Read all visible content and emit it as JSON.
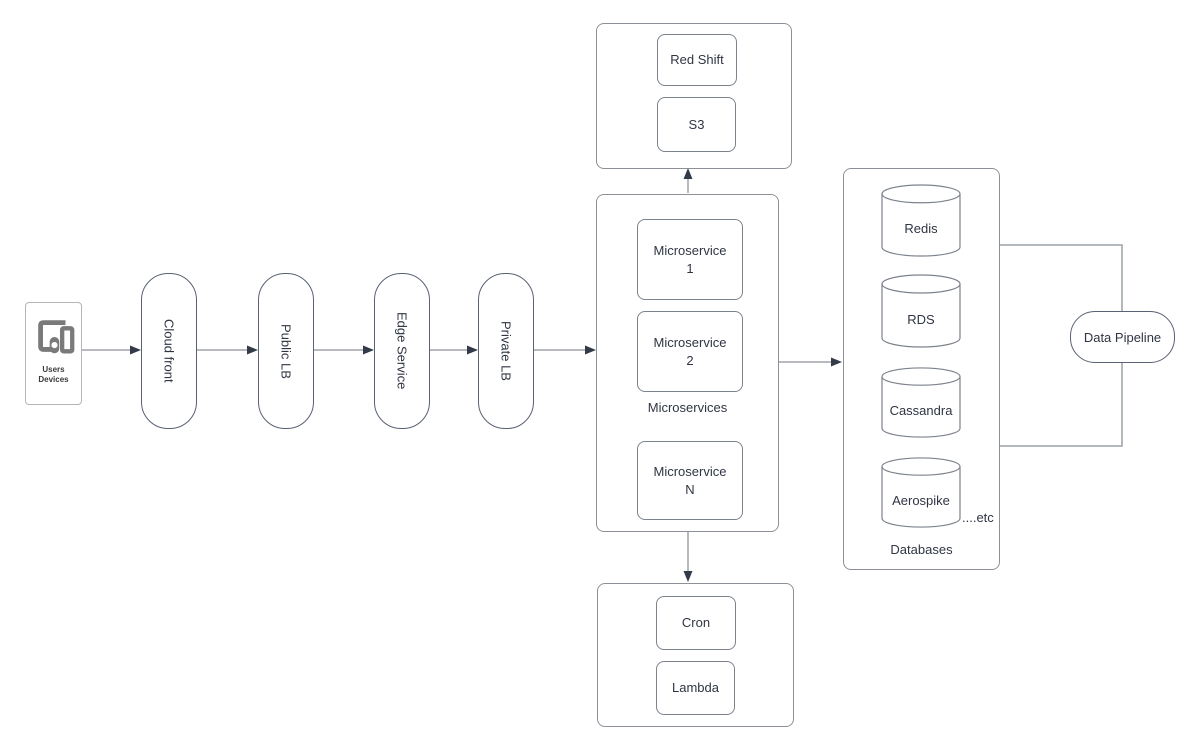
{
  "colors": {
    "background": "#ffffff",
    "container_border": "#8c9097",
    "node_border": "#7d838c",
    "pill_border": "#596273",
    "arrow_line": "#70767f",
    "arrow_head": "#333b49",
    "loop_line": "#9aa0a6",
    "text": "#2f3542",
    "icon_gray": "#7a7a7a"
  },
  "users_node": {
    "line1": "Users",
    "line2": "Devices"
  },
  "pills": [
    {
      "label": "Cloud front"
    },
    {
      "label": "Public LB"
    },
    {
      "label": "Edge Service"
    },
    {
      "label": "Private LB"
    }
  ],
  "storage_group": {
    "items": [
      {
        "label": "Red Shift"
      },
      {
        "label": "S3"
      }
    ]
  },
  "microservices_group": {
    "title": "Microservices",
    "items": [
      {
        "line1": "Microservice",
        "line2": "1"
      },
      {
        "line1": "Microservice",
        "line2": "2"
      },
      {
        "line1": "Microservice",
        "line2": "N"
      }
    ]
  },
  "jobs_group": {
    "items": [
      {
        "label": "Cron"
      },
      {
        "label": "Lambda"
      }
    ]
  },
  "databases_group": {
    "title": "Databases",
    "etc_label": "....etc",
    "items": [
      {
        "label": "Redis"
      },
      {
        "label": "RDS"
      },
      {
        "label": "Cassandra"
      },
      {
        "label": "Aerospike"
      }
    ]
  },
  "data_pipeline": {
    "label": "Data Pipeline"
  }
}
